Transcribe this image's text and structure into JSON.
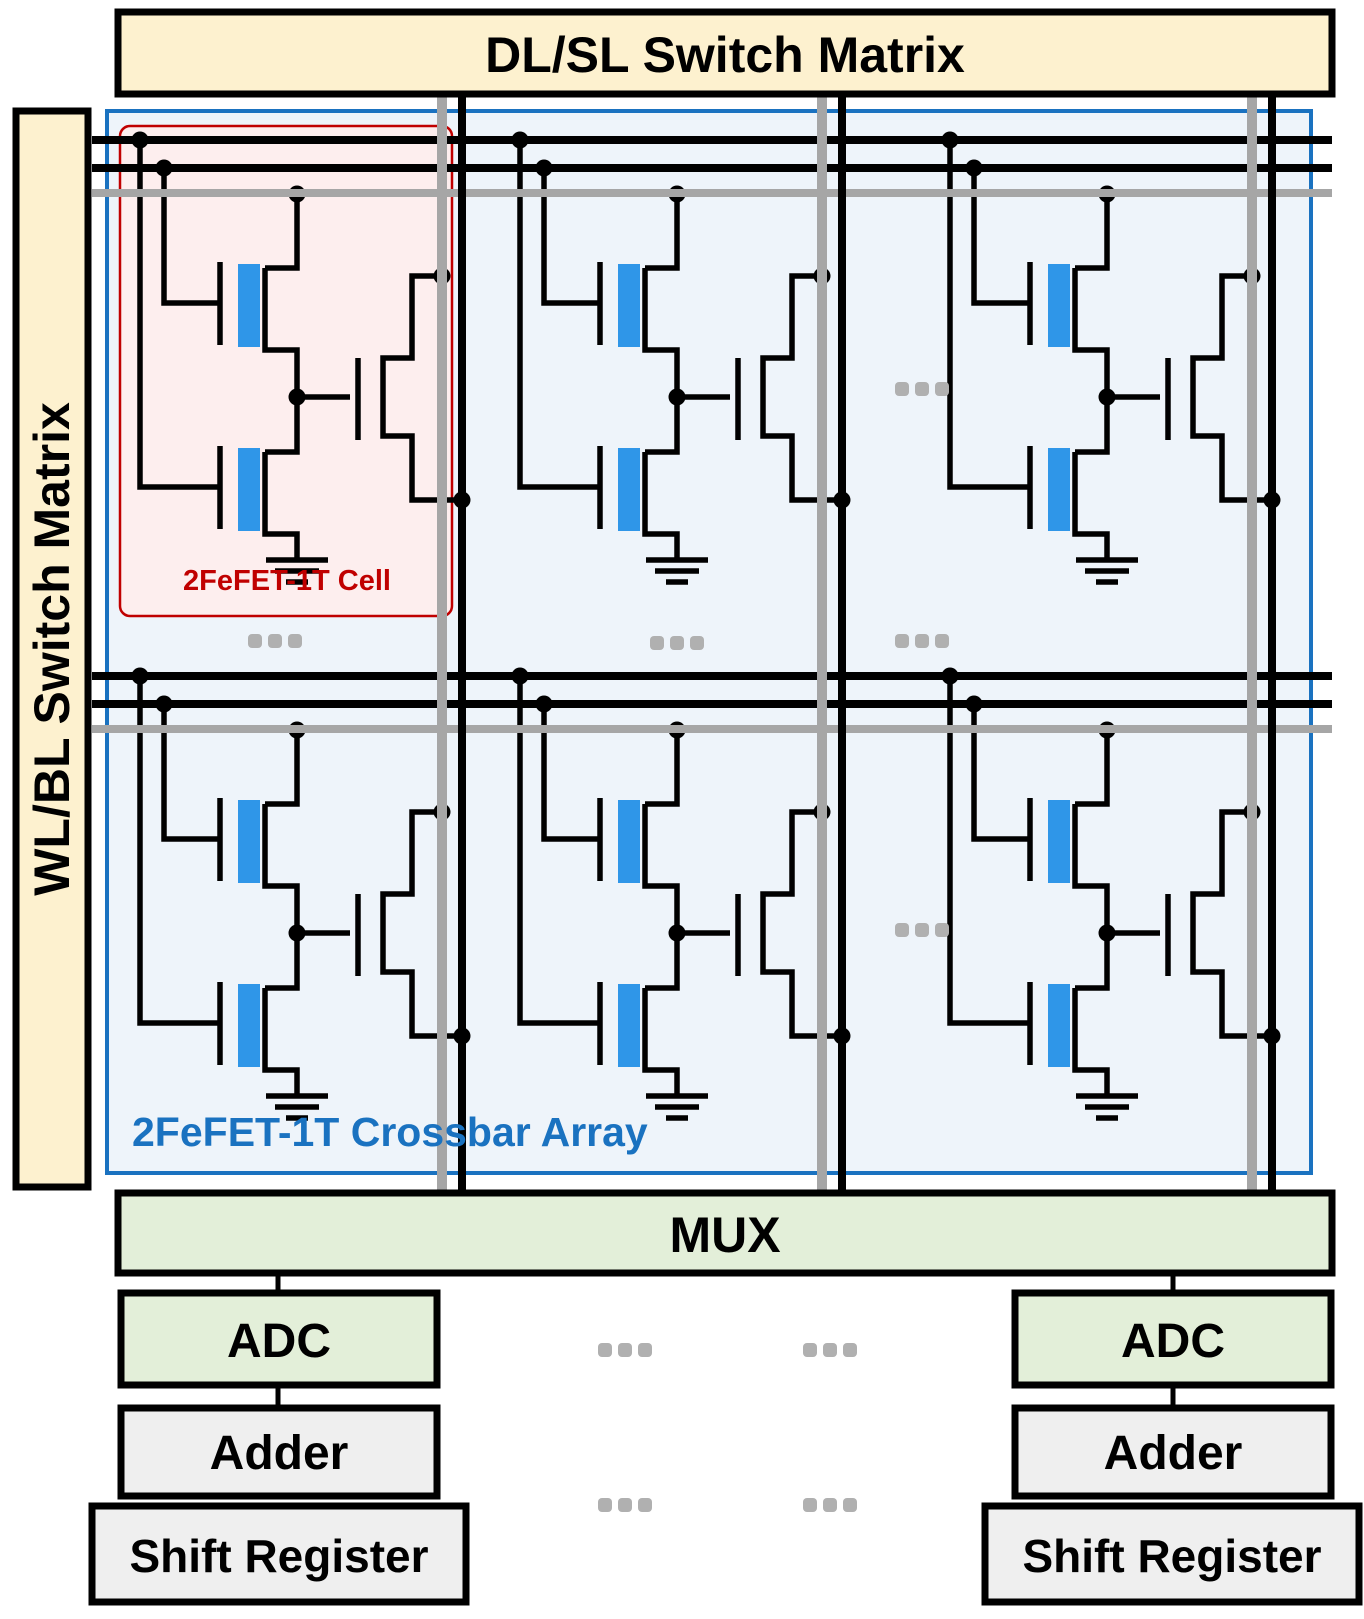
{
  "blocks": {
    "dl_sl_switch_matrix": "DL/SL Switch Matrix",
    "wl_bl_switch_matrix": "WL/BL Switch Matrix",
    "mux": "MUX",
    "left_column": {
      "adc": "ADC",
      "adder": "Adder",
      "shift_register": "Shift Register"
    },
    "right_column": {
      "adc": "ADC",
      "adder": "Adder",
      "shift_register": "Shift Register"
    }
  },
  "array_label": "2FeFET-1T Crossbar Array",
  "cell_label": "2FeFET-1T Cell",
  "colors": {
    "switch_matrix_fill": "#fdf1cf",
    "mux_adc_fill": "#e3efd9",
    "adder_shift_fill": "#efefef",
    "array_fill": "#eef4fa",
    "array_border": "#1a72c0",
    "cell_fill": "#fdeeee",
    "cell_border": "#c00000",
    "ferro_layer": "#2f96e8",
    "gray_line": "#a6a6a6",
    "wire": "#000000",
    "ellipsis": "#b0b0b0"
  }
}
